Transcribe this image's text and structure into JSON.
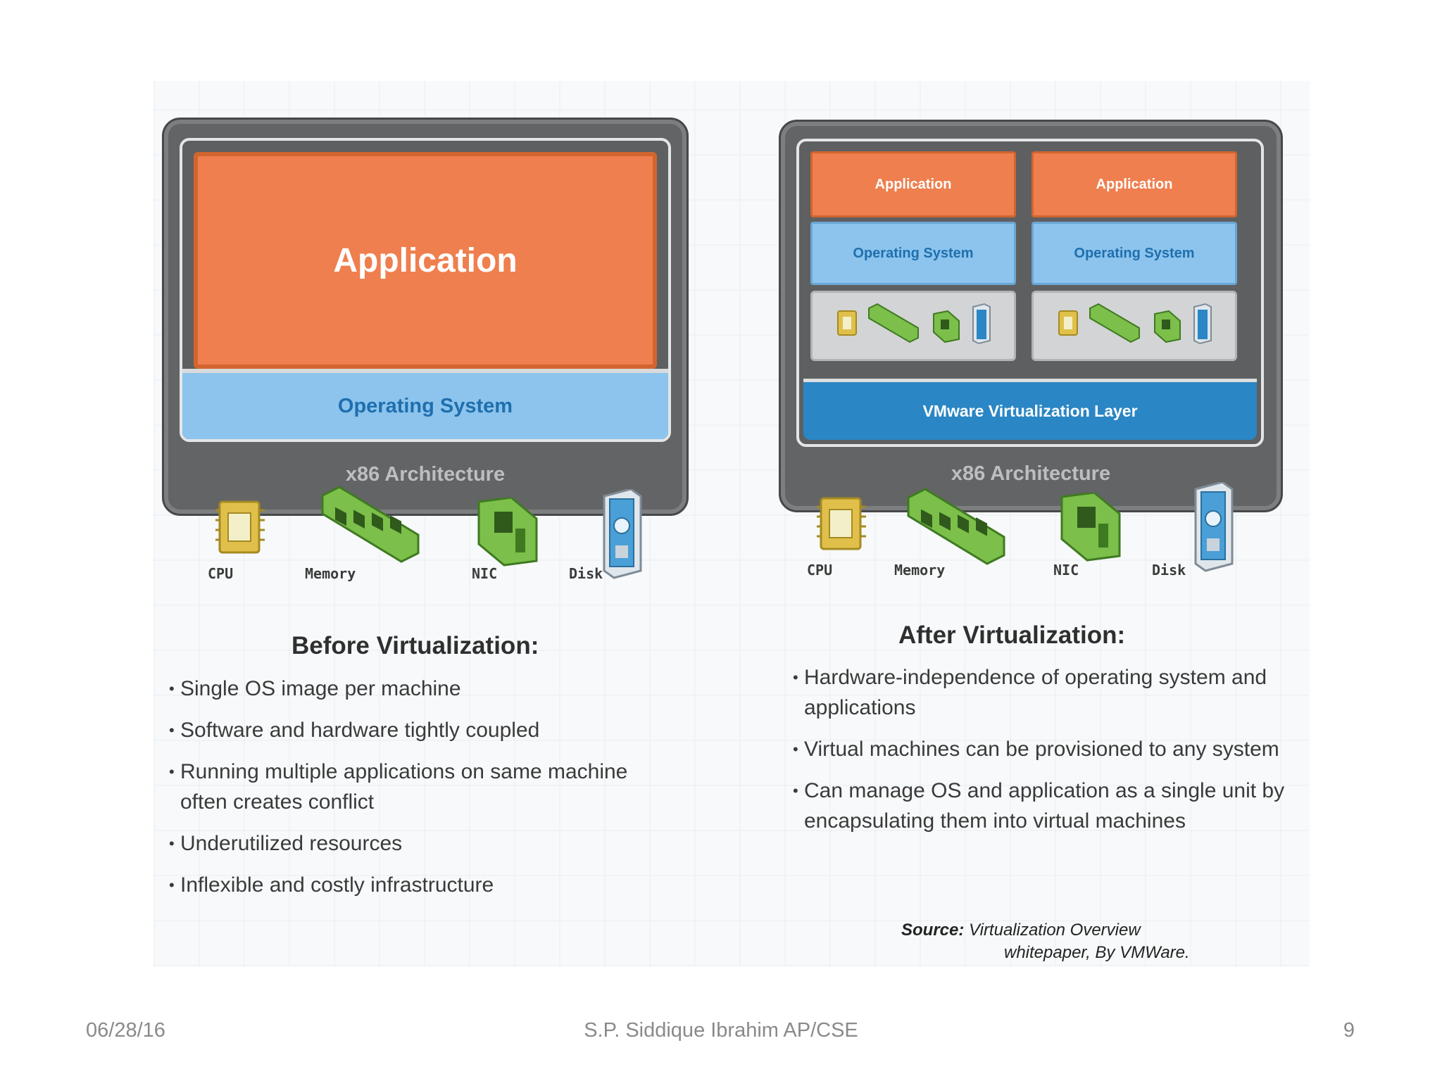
{
  "before": {
    "app_label": "Application",
    "os_label": "Operating System",
    "arch_label": "x86 Architecture",
    "hardware": {
      "cpu": "CPU",
      "memory": "Memory",
      "nic": "NIC",
      "disk": "Disk"
    },
    "heading": "Before Virtualization:",
    "bullets": [
      "Single OS image per machine",
      "Software and hardware tightly coupled",
      "Running multiple applications on same machine often creates conflict",
      "Underutilized resources",
      "Inflexible and costly infrastructure"
    ]
  },
  "after": {
    "vm1": {
      "app_label": "Application",
      "os_label": "Operating System"
    },
    "vm2": {
      "app_label": "Application",
      "os_label": "Operating System"
    },
    "layer_label": "VMware Virtualization Layer",
    "arch_label": "x86 Architecture",
    "hardware": {
      "cpu": "CPU",
      "memory": "Memory",
      "nic": "NIC",
      "disk": "Disk"
    },
    "heading": "After Virtualization:",
    "bullets": [
      "Hardware-independence of operating system and applications",
      "Virtual machines can be provisioned to any system",
      "Can manage OS and application as a single unit by encapsulating them into virtual machines"
    ]
  },
  "source": {
    "label": "Source:",
    "line1": "Virtualization Overview",
    "line2": "whitepaper, By VMWare."
  },
  "footer": {
    "date": "06/28/16",
    "author": "S.P. Siddique Ibrahim AP/CSE",
    "page": "9"
  },
  "colors": {
    "application": "#ef7f4e",
    "operating_system": "#8cc4ed",
    "virtualization_layer": "#2a86c4",
    "chassis": "#636466",
    "chip_green": "#7cbf4a"
  }
}
